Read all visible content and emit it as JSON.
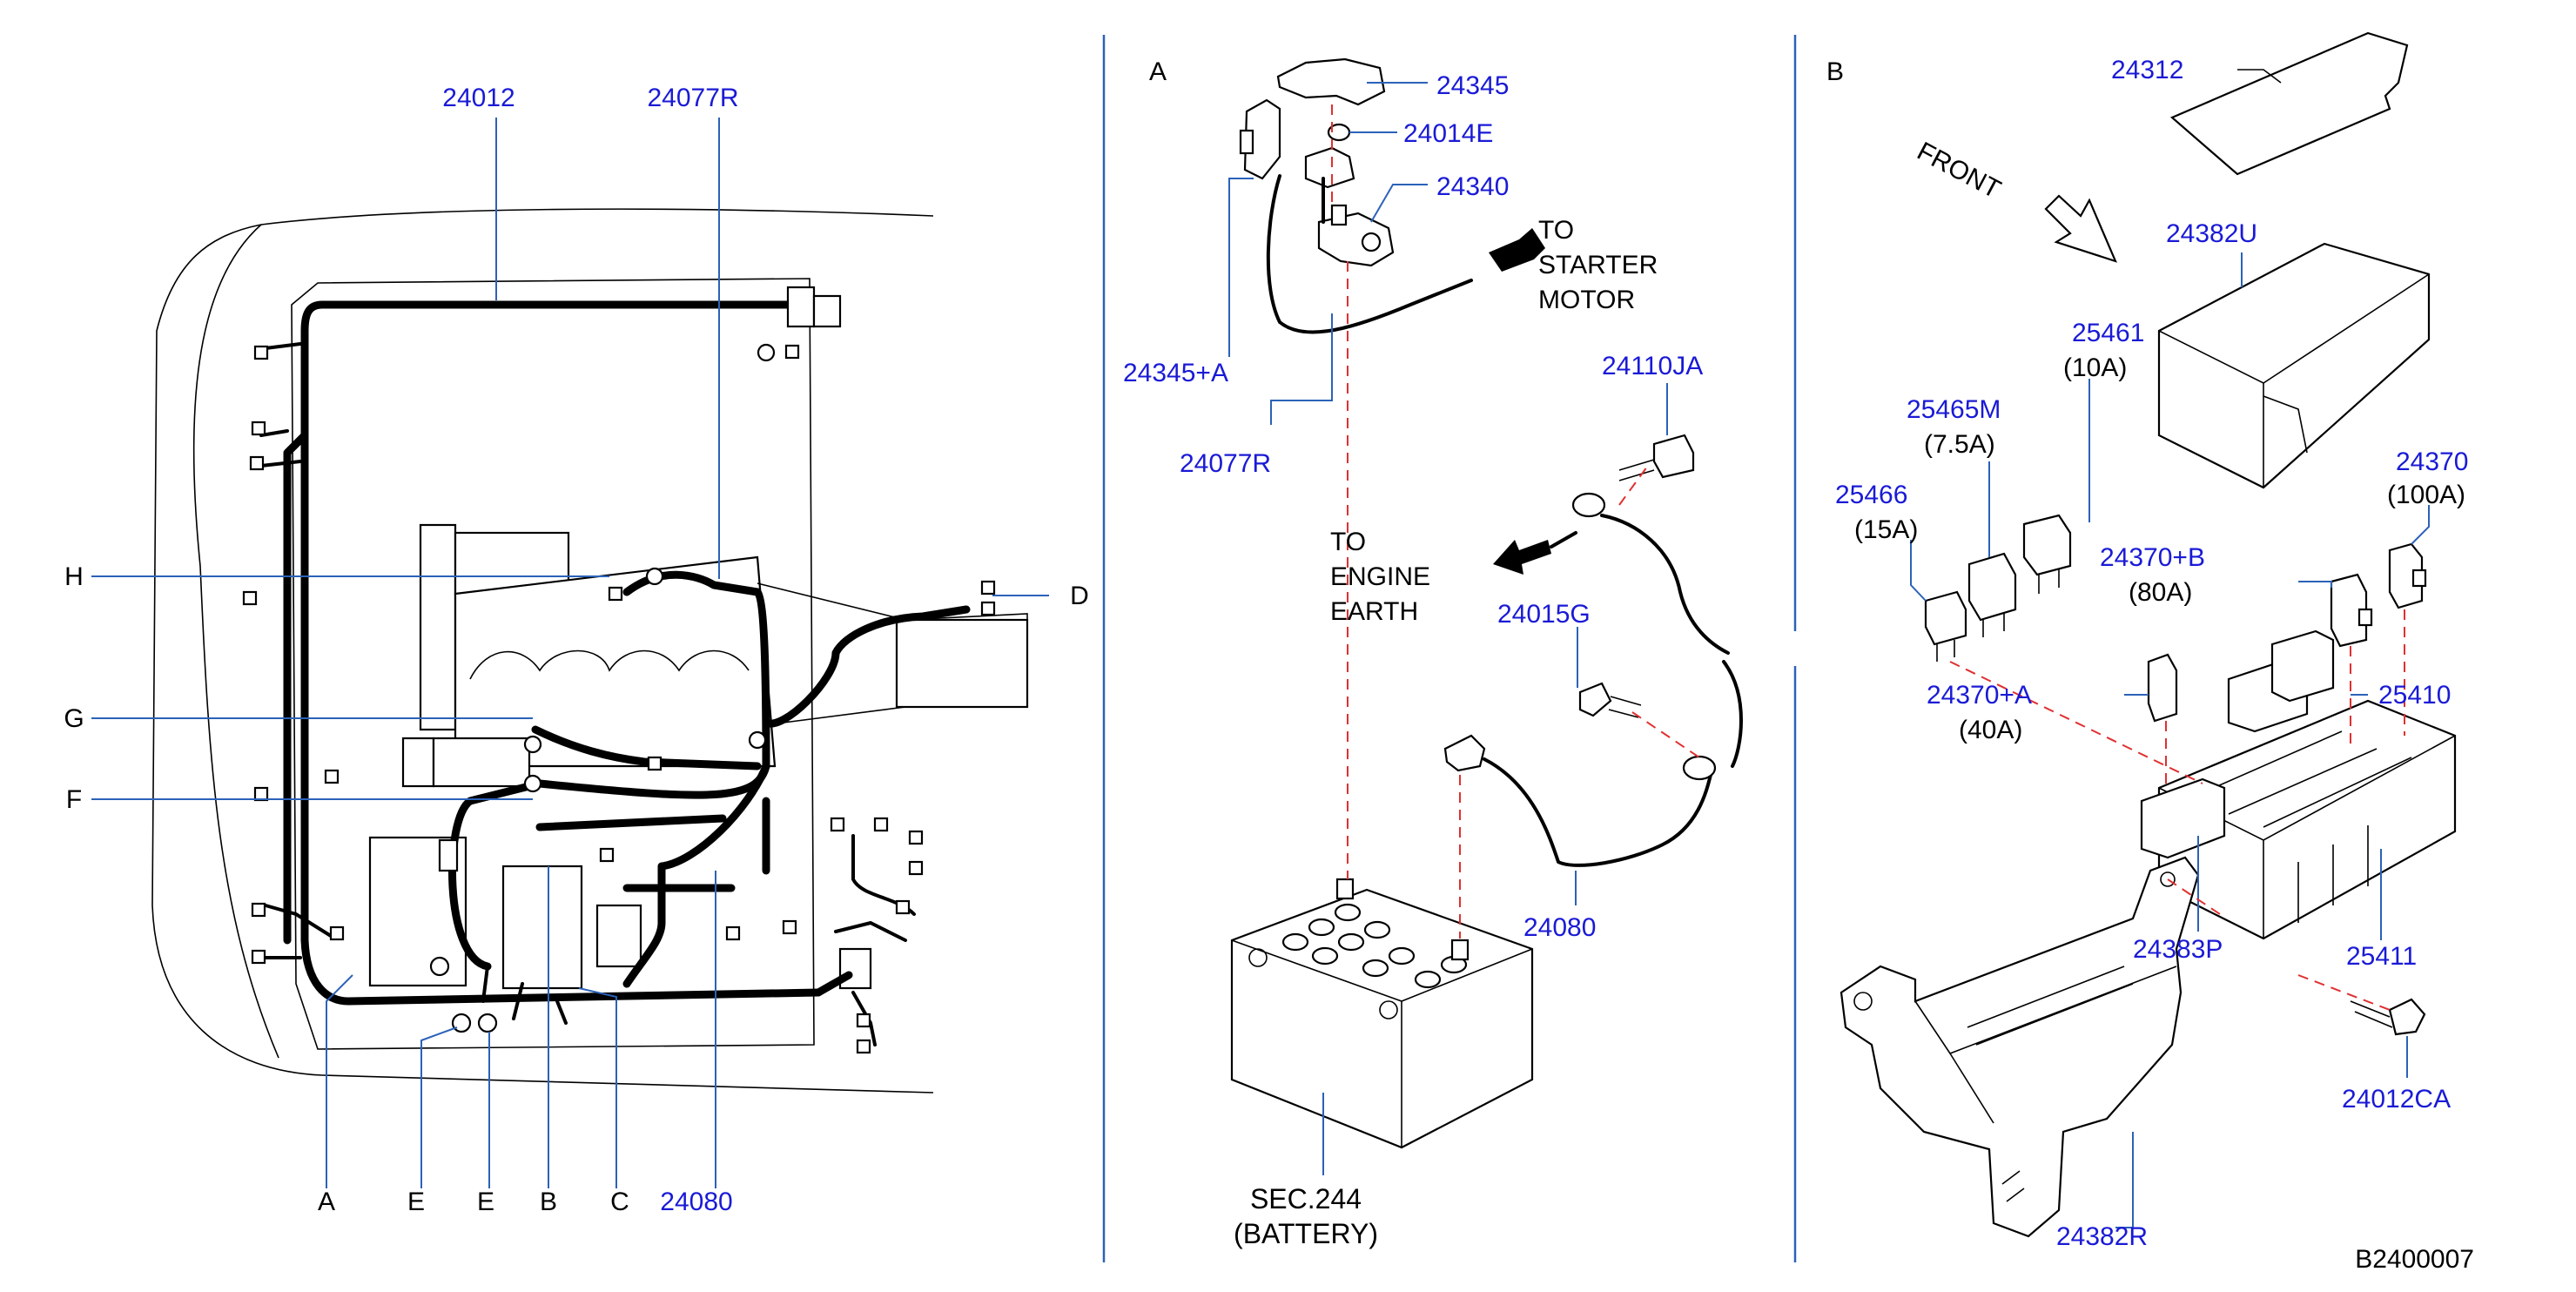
{
  "panel_left": {
    "callouts": {
      "p24012": "24012",
      "p24077R": "24077R",
      "p24080": "24080"
    },
    "letters": {
      "H": "H",
      "G": "G",
      "F": "F",
      "D": "D",
      "A": "A",
      "E1": "E",
      "E2": "E",
      "B": "B",
      "C": "C"
    }
  },
  "panel_a": {
    "section": "A",
    "callouts": {
      "p24345": "24345",
      "p24014E": "24014E",
      "p24340": "24340",
      "p24345A": "24345+A",
      "p24077R": "24077R",
      "p24110JA": "24110JA",
      "p24015G": "24015G",
      "p24080": "24080"
    },
    "notes": {
      "to_starter_1": "TO",
      "to_starter_2": "STARTER",
      "to_starter_3": "MOTOR",
      "to_earth_1": "TO",
      "to_earth_2": "ENGINE",
      "to_earth_3": "EARTH",
      "battery_sec": "SEC.244",
      "battery_name": "(BATTERY)"
    }
  },
  "panel_b": {
    "section": "B",
    "front": "FRONT",
    "callouts": {
      "p24312": "24312",
      "p24382U": "24382U",
      "p25461": "25461",
      "p25461_rating": "(10A)",
      "p25465M": "25465M",
      "p25465M_rating": "(7.5A)",
      "p25466": "25466",
      "p25466_rating": "(15A)",
      "p24370": "24370",
      "p24370_rating": "(100A)",
      "p24370B": "24370+B",
      "p24370B_rating": "(80A)",
      "p24370A": "24370+A",
      "p24370A_rating": "(40A)",
      "p25410": "25410",
      "p24383P": "24383P",
      "p25411": "25411",
      "p24012CA": "24012CA",
      "p24382R": "24382R"
    }
  },
  "drawing_code": "B2400007",
  "colors": {
    "callout": "#1a1ad6",
    "leader": "#2b62b8",
    "dashed_leader": "#e03030",
    "line": "#000000"
  }
}
